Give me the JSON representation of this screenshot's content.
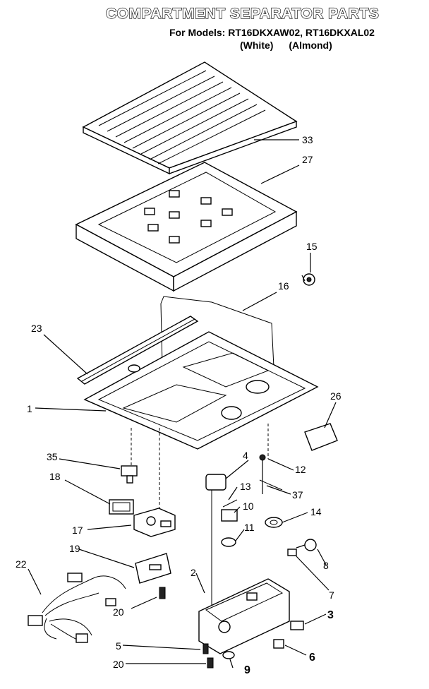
{
  "header": {
    "title": "COMPARTMENT SEPARATOR PARTS",
    "models": "For Models: RT16DKXAW02, RT16DKXAL02",
    "variant_white": "(White)",
    "variant_almond": "(Almond)"
  },
  "callouts": [
    {
      "id": "33",
      "text": "33"
    },
    {
      "id": "27",
      "text": "27"
    },
    {
      "id": "15",
      "text": "15"
    },
    {
      "id": "16",
      "text": "16"
    },
    {
      "id": "23",
      "text": "23"
    },
    {
      "id": "1",
      "text": "1"
    },
    {
      "id": "26",
      "text": "26"
    },
    {
      "id": "35",
      "text": "35"
    },
    {
      "id": "4",
      "text": "4"
    },
    {
      "id": "12",
      "text": "12"
    },
    {
      "id": "18",
      "text": "18"
    },
    {
      "id": "13",
      "text": "13"
    },
    {
      "id": "37",
      "text": "37"
    },
    {
      "id": "10",
      "text": "10"
    },
    {
      "id": "14",
      "text": "14"
    },
    {
      "id": "17",
      "text": "17"
    },
    {
      "id": "11",
      "text": "11"
    },
    {
      "id": "19",
      "text": "19"
    },
    {
      "id": "8",
      "text": "8"
    },
    {
      "id": "22",
      "text": "22"
    },
    {
      "id": "7",
      "text": "7"
    },
    {
      "id": "2",
      "text": "2"
    },
    {
      "id": "20a",
      "text": "20"
    },
    {
      "id": "3",
      "text": "3"
    },
    {
      "id": "5",
      "text": "5"
    },
    {
      "id": "6",
      "text": "6"
    },
    {
      "id": "20b",
      "text": "20"
    },
    {
      "id": "9",
      "text": "9"
    }
  ]
}
